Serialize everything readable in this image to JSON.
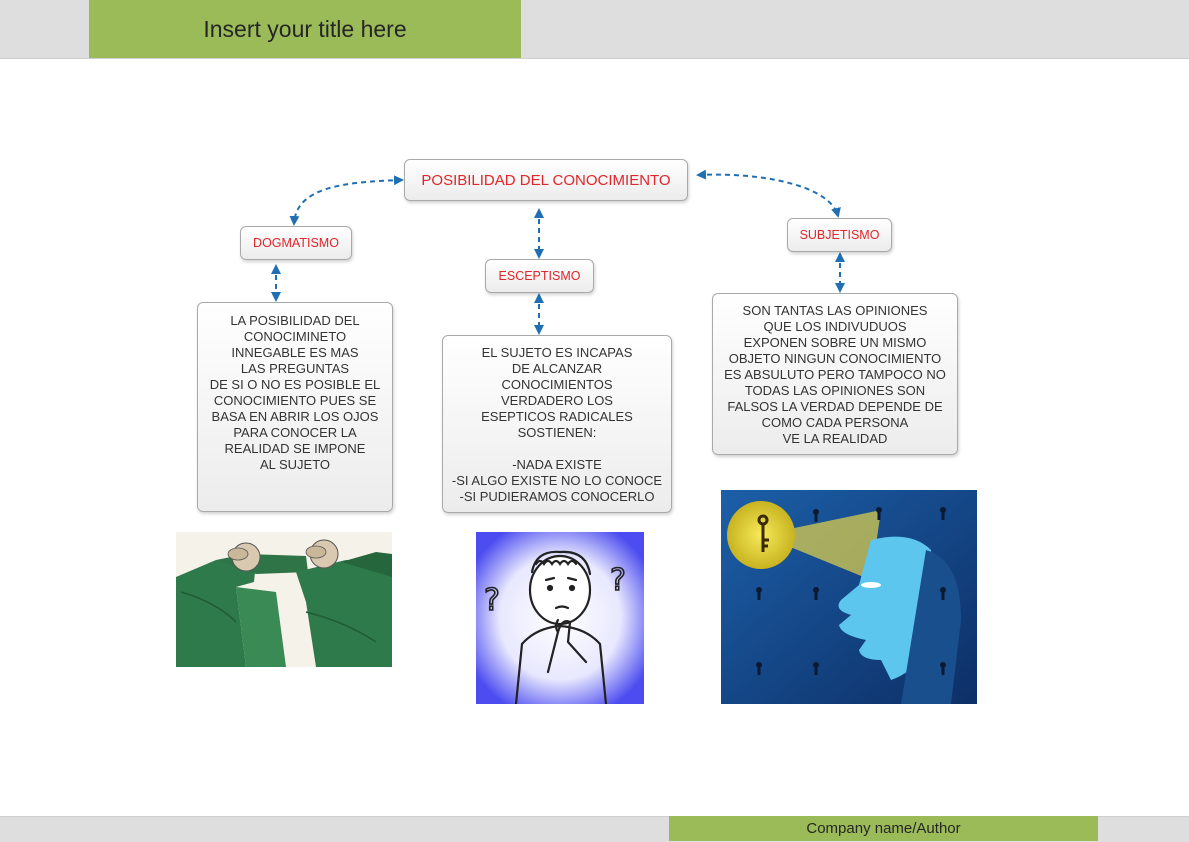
{
  "header": {
    "title": "Insert your title here"
  },
  "footer": {
    "company": "Company name/Author"
  },
  "map": {
    "root": "POSIBILIDAD DEL CONOCIMIENTO",
    "branches": [
      {
        "label": "DOGMATISMO",
        "text": "LA POSIBILIDAD DEL\nCONOCIMINETO\nINNEGABLE ES MAS\nLAS PREGUNTAS\nDE SI O NO ES POSIBLE EL\nCONOCIMIENTO PUES SE\nBASA EN ABRIR LOS OJOS\nPARA CONOCER LA\nREALIDAD SE IMPONE\nAL SUJETO",
        "image": "men-blindfolding-each-other-illustration"
      },
      {
        "label": "ESCEPTISMO",
        "text": "EL SUJETO ES INCAPAS\nDE ALCANZAR\nCONOCIMIENTOS\nVERDADERO LOS\nESEPTICOS RADICALES\nSOSTIENEN:\n\n-NADA EXISTE\n-SI ALGO EXISTE NO LO CONOCE\n-SI PUDIERAMOS CONOCERLO",
        "image": "thinking-boy-question-marks-illustration"
      },
      {
        "label": "SUBJETISMO",
        "text": "SON TANTAS LAS OPINIONES\nQUE LOS INDIVUDUOS\nEXPONEN SOBRE UN MISMO\nOBJETO NINGUN CONOCIMIENTO\nES ABSULUTO PERO TAMPOCO NO\nTODAS LAS OPINIONES SON\nFALSOS LA VERDAD DEPENDE DE\nCOMO CADA PERSONA\nVE LA REALIDAD",
        "image": "face-keyholes-key-light-illustration"
      }
    ]
  },
  "colors": {
    "accent_green": "#9bbb59",
    "band_gray": "#dedede",
    "heading_red": "#e0262a",
    "connector_blue": "#1f6fb2"
  }
}
